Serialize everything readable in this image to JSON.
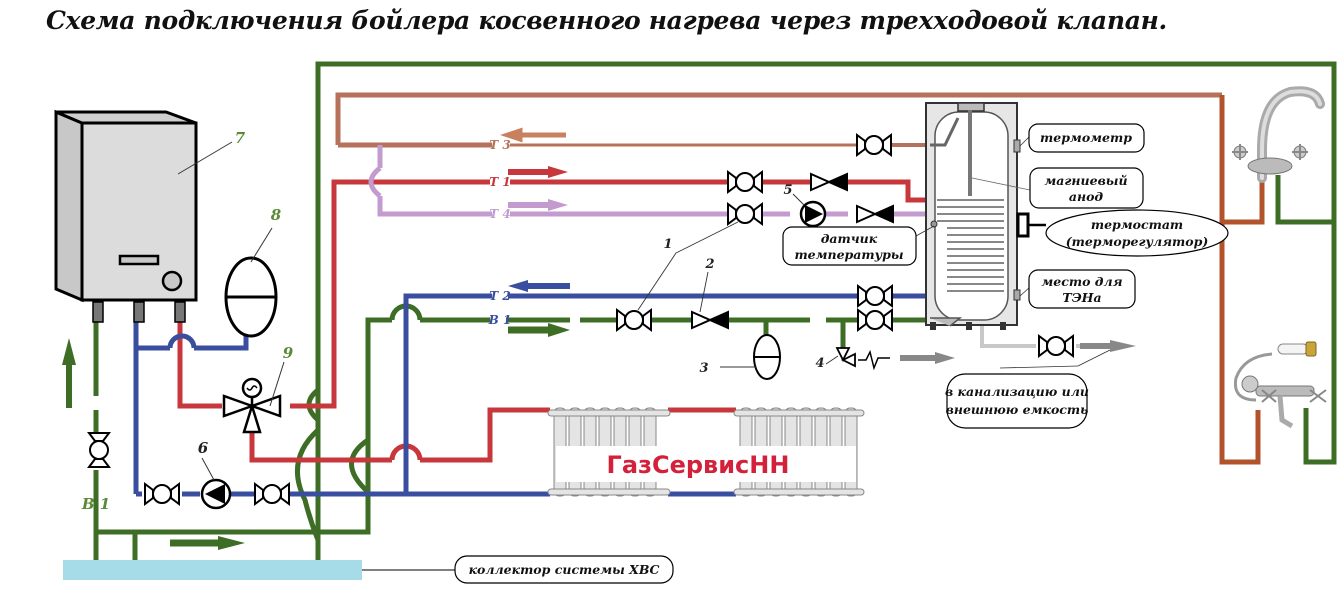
{
  "title": "Схема подключения бойлера косвенного нагрева через трехходовой клапан.",
  "colors": {
    "heat_supply": "#c8373b",
    "heat_return": "#3a4ea0",
    "cold_water": "#3e6d26",
    "hot_water": "#b5715a",
    "recirculation": "#c39bcf",
    "dhw_outlet": "#b3532b",
    "drain": "#888888",
    "collector": "#a6dbe8",
    "brand": "#d4213b"
  },
  "pipe_labels": {
    "t3": "Т 3",
    "t1": "Т 1",
    "t4": "Т 4",
    "t2": "Т 2",
    "b1_main": "В 1",
    "b1_left": "В 1"
  },
  "component_numbers": {
    "n1": "1",
    "n2": "2",
    "n3": "3",
    "n4": "4",
    "n5": "5",
    "n6": "6",
    "n7": "7",
    "n8": "8",
    "n9": "9"
  },
  "callouts": {
    "thermometer": "термометр",
    "anode_line1": "магниевый",
    "anode_line2": "анод",
    "thermostat_line1": "термостат",
    "thermostat_line2": "(терморегулятор)",
    "sensor_line1": "датчик",
    "sensor_line2": "температуры",
    "heater_line1": "место для",
    "heater_line2": "ТЭНа",
    "drain_line1": "в канализацию или",
    "drain_line2": "внешнюю емкость",
    "collector": "коллектор системы ХВС"
  },
  "brand": "ГазСервисНН",
  "icons": {
    "boiler": "gas-boiler-icon",
    "expansion_tank": "expansion-tank-icon",
    "three_way_valve": "three-way-valve-icon",
    "ball_valve": "ball-valve-icon",
    "check_valve": "check-valve-icon",
    "pump": "circulation-pump-icon",
    "safety_valve": "safety-valve-icon",
    "tank": "indirect-water-heater-icon",
    "radiator": "radiator-icon",
    "sink_faucet": "sink-faucet-icon",
    "bath_mixer": "bath-mixer-icon"
  }
}
